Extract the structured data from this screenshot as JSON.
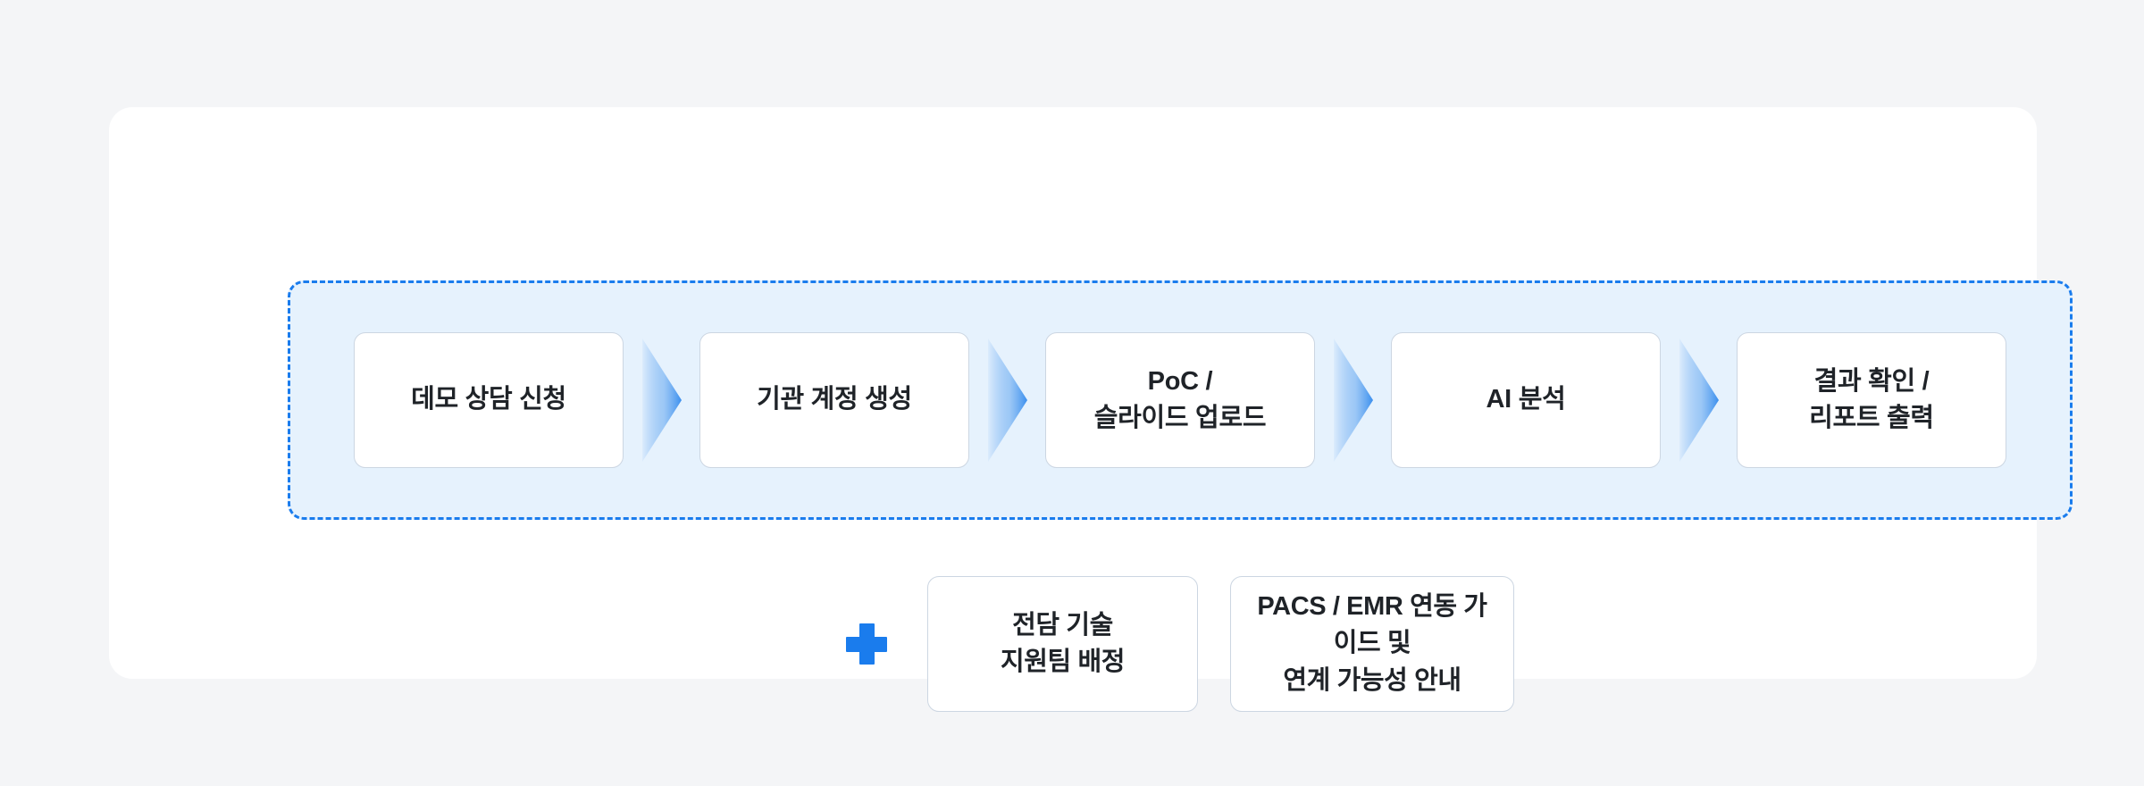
{
  "theme": {
    "page_background": "#f4f5f7",
    "card_background": "#ffffff",
    "flow_region_fill": "#e6f2fd",
    "accent_blue": "#1a7ced",
    "box_border": "#ccd6e2",
    "text_color": "#1f2328"
  },
  "flow": {
    "steps": [
      {
        "label": "데모 상담 신청"
      },
      {
        "label": "기관 계정 생성"
      },
      {
        "label": "PoC /\n슬라이드 업로드"
      },
      {
        "label": "AI 분석"
      },
      {
        "label": "결과 확인 /\n리포트 출력"
      }
    ],
    "connector_icon": "chevron-right-icon"
  },
  "extras": {
    "plus_icon": "plus-icon",
    "cards": [
      {
        "label": "전담 기술\n지원팀 배정"
      },
      {
        "label": "PACS / EMR 연동 가이드 및\n연계 가능성 안내"
      }
    ]
  }
}
